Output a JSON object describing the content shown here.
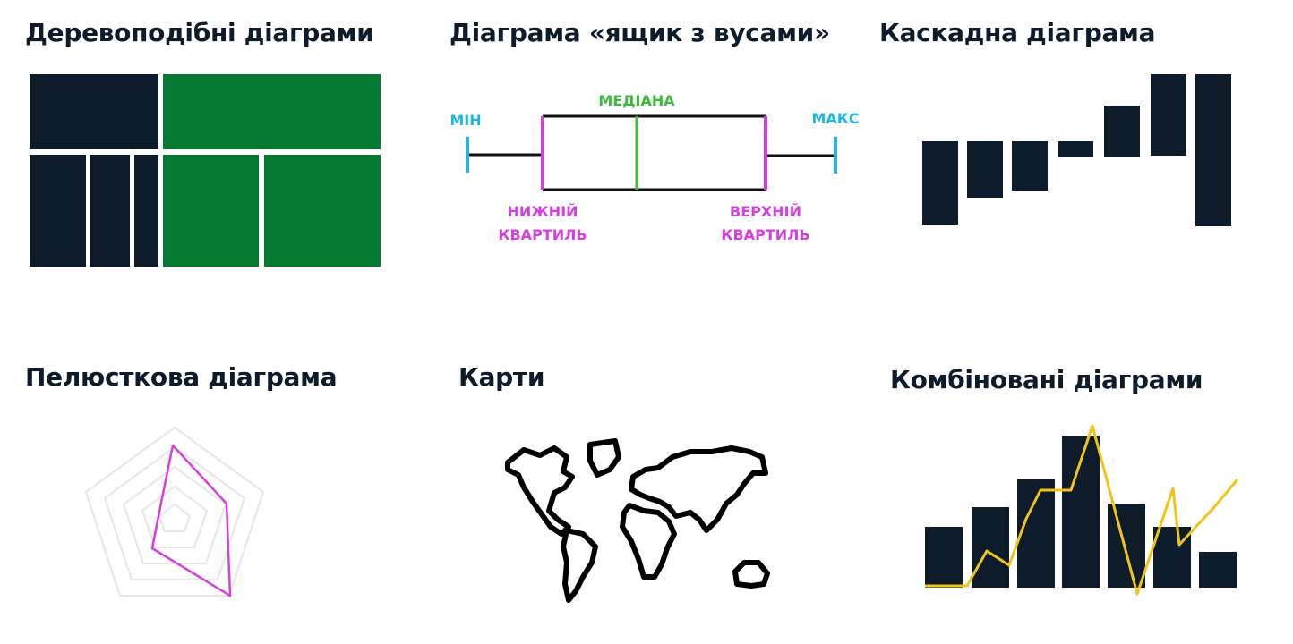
{
  "colors": {
    "navy": "#0d1b2a",
    "green": "#067a32",
    "cyan": "#22b8dd",
    "magenta": "#d43fe0",
    "light_green": "#3cbb3c",
    "yellow": "#f2c41a",
    "gray": "#e6e6e6"
  },
  "titles": {
    "treemap": "Деревоподібні діаграми",
    "boxplot": "Діаграма «ящик з вусами»",
    "waterfall": "Каскадна діаграма",
    "radar": "Пелюсткова діаграма",
    "maps": "Карти",
    "combo": "Комбіновані діаграми"
  },
  "boxplot": {
    "min_label": "МІН",
    "max_label": "МАКС",
    "median_label": "МЕДІАНА",
    "lower_quartile_line1": "НИЖНІЙ",
    "lower_quartile_line2": "КВАРТИЛЬ",
    "upper_quartile_line1": "ВЕРХНІЙ",
    "upper_quartile_line2": "КВАРТИЛЬ"
  },
  "icons": {
    "world_map": "world-map-icon"
  }
}
